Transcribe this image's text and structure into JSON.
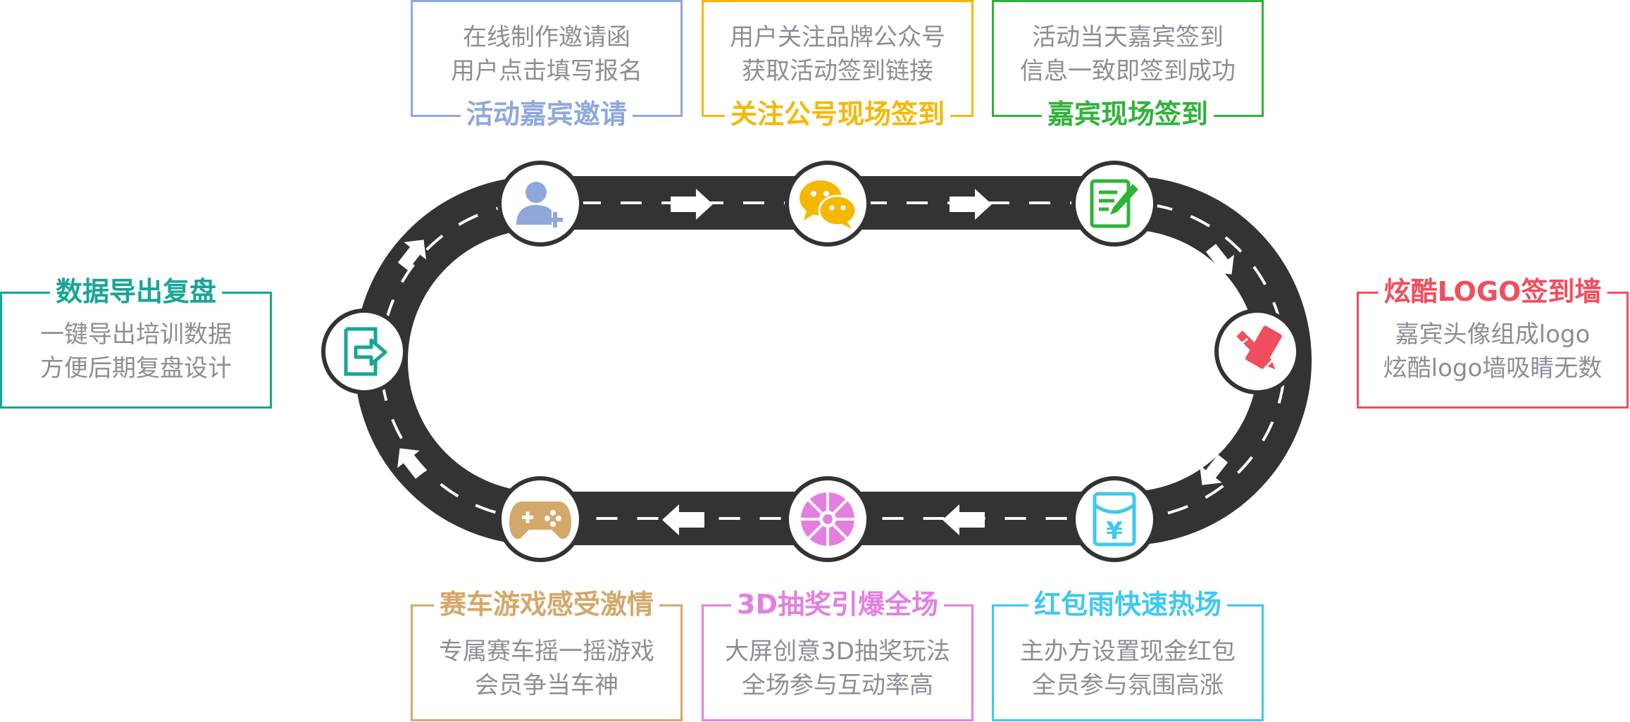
{
  "steps": [
    {
      "key": "invite",
      "title": "活动嘉宾邀请",
      "lines": [
        "在线制作邀请函",
        "用户点击填写报名"
      ],
      "color": "#8fa8dc",
      "icon": "add-user-icon"
    },
    {
      "key": "follow",
      "title": "关注公号现场签到",
      "lines": [
        "用户关注品牌公众号",
        "获取活动签到链接"
      ],
      "color": "#f5b800",
      "icon": "wechat-icon"
    },
    {
      "key": "checkin",
      "title": "嘉宾现场签到",
      "lines": [
        "活动当天嘉宾签到",
        "信息一致即签到成功"
      ],
      "color": "#2db33a",
      "icon": "sign-form-icon"
    },
    {
      "key": "logo",
      "title": "炫酷LOGO签到墙",
      "lines": [
        "嘉宾头像组成logo",
        "炫酷logo墙吸睛无数"
      ],
      "color": "#f04e5e",
      "icon": "design-tools-icon"
    },
    {
      "key": "redpacket",
      "title": "红包雨快速热场",
      "lines": [
        "主办方设置现金红包",
        "全员参与氛围高涨"
      ],
      "color": "#3fc8ef",
      "icon": "red-packet-icon"
    },
    {
      "key": "lottery",
      "title": "3D抽奖引爆全场",
      "lines": [
        "大屏创意3D抽奖玩法",
        "全场参与互动率高"
      ],
      "color": "#e47fe0",
      "icon": "lottery-wheel-icon"
    },
    {
      "key": "racing",
      "title": "赛车游戏感受激情",
      "lines": [
        "专属赛车摇一摇游戏",
        "会员争当车神"
      ],
      "color": "#d4a86a",
      "icon": "gamepad-icon"
    },
    {
      "key": "export",
      "title": "数据导出复盘",
      "lines": [
        "一键导出培训数据",
        "方便后期复盘设计"
      ],
      "color": "#17a596",
      "icon": "export-icon"
    }
  ],
  "road_color": "#333333"
}
